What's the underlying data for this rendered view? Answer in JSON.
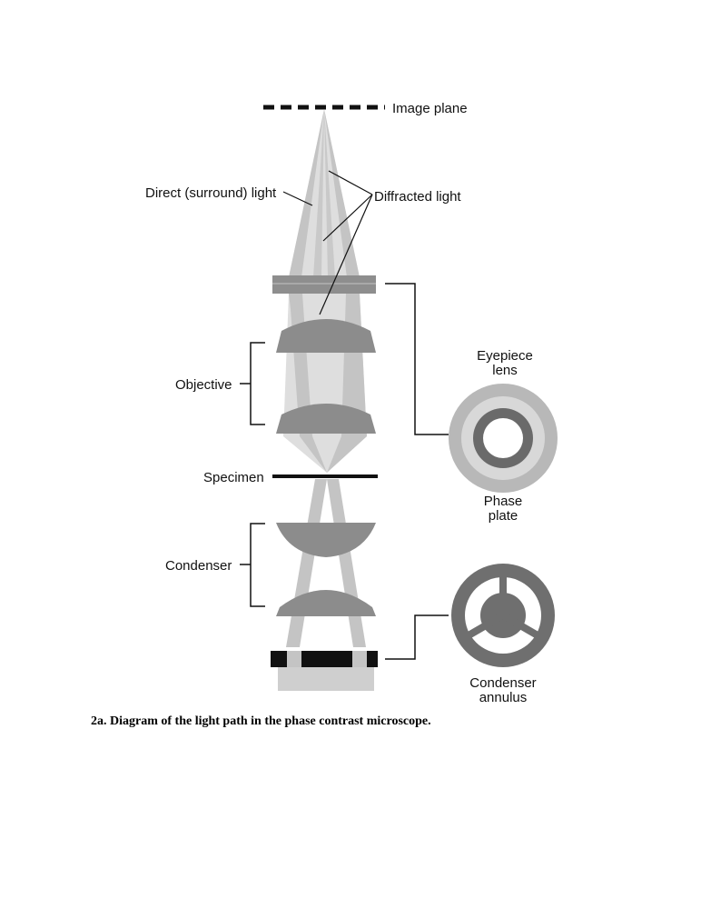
{
  "labels": {
    "image_plane": "Image plane",
    "direct_light": "Direct (surround) light",
    "diffracted_light": "Diffracted light",
    "objective": "Objective",
    "specimen": "Specimen",
    "condenser": "Condenser",
    "eyepiece_line1": "Eyepiece",
    "eyepiece_line2": "lens",
    "phase_line1": "Phase",
    "phase_line2": "plate",
    "annulus_line1": "Condenser",
    "annulus_line2": "annulus"
  },
  "caption": "2a. Diagram of the light path in the phase contrast microscope.",
  "colors": {
    "background": "#ffffff",
    "light_fill": "#dcdcdc",
    "beam": "#c4c4c4",
    "lens": "#8c8c8c",
    "plate": "#8e8e8e",
    "dark": "#111111",
    "ring_outer": "#b8b8b8",
    "ring_dark": "#6a6a6a",
    "annulus": "#6f6f6f"
  }
}
